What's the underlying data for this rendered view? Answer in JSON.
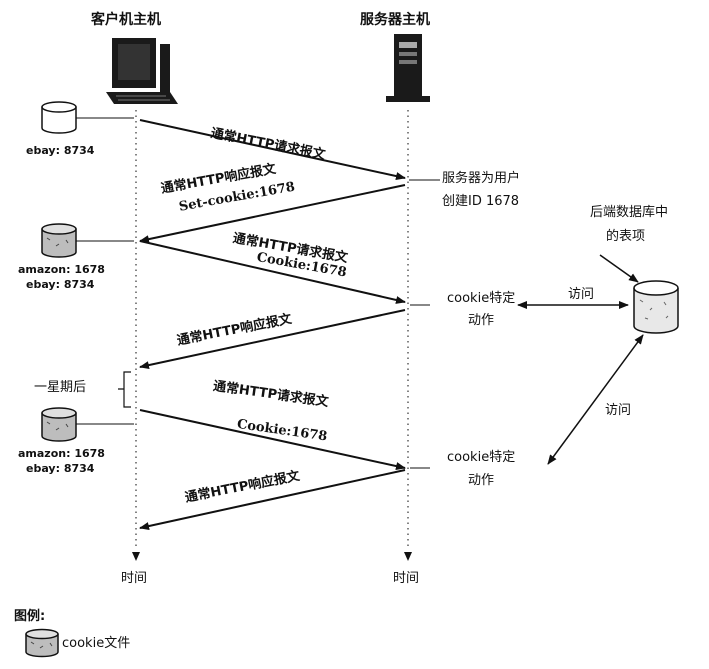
{
  "hosts": {
    "client_label": "客户机主机",
    "server_label": "服务器主机",
    "client_time_label": "时间",
    "server_time_label": "时间"
  },
  "messages": [
    {
      "text": "通常HTTP请求报文"
    },
    {
      "text": "通常HTTP响应报文",
      "subtext": "Set-cookie:1678"
    },
    {
      "text": "通常HTTP请求报文",
      "subtext": "Cookie:1678"
    },
    {
      "text": "通常HTTP响应报文"
    },
    {
      "text": "通常HTTP请求报文",
      "subtext": "Cookie:1678"
    },
    {
      "text": "通常HTTP响应报文"
    }
  ],
  "cookie_files": [
    {
      "lines": [
        "ebay: 8734"
      ]
    },
    {
      "lines": [
        "amazon: 1678",
        "ebay: 8734"
      ]
    },
    {
      "lines": [
        "amazon: 1678",
        "ebay: 8734"
      ]
    }
  ],
  "server_notes": {
    "create_id_line1": "服务器为用户",
    "create_id_line2": "创建ID 1678",
    "action1_line1": "cookie特定",
    "action1_line2": "动作",
    "action2_line1": "cookie特定",
    "action2_line2": "动作"
  },
  "database": {
    "label_line1": "后端数据库中",
    "label_line2": "的表项",
    "access_label_1": "访问",
    "access_label_2": "访问"
  },
  "time_gap_label": "一星期后",
  "legend": {
    "title": "图例:",
    "cookie_file_label": "cookie文件"
  }
}
